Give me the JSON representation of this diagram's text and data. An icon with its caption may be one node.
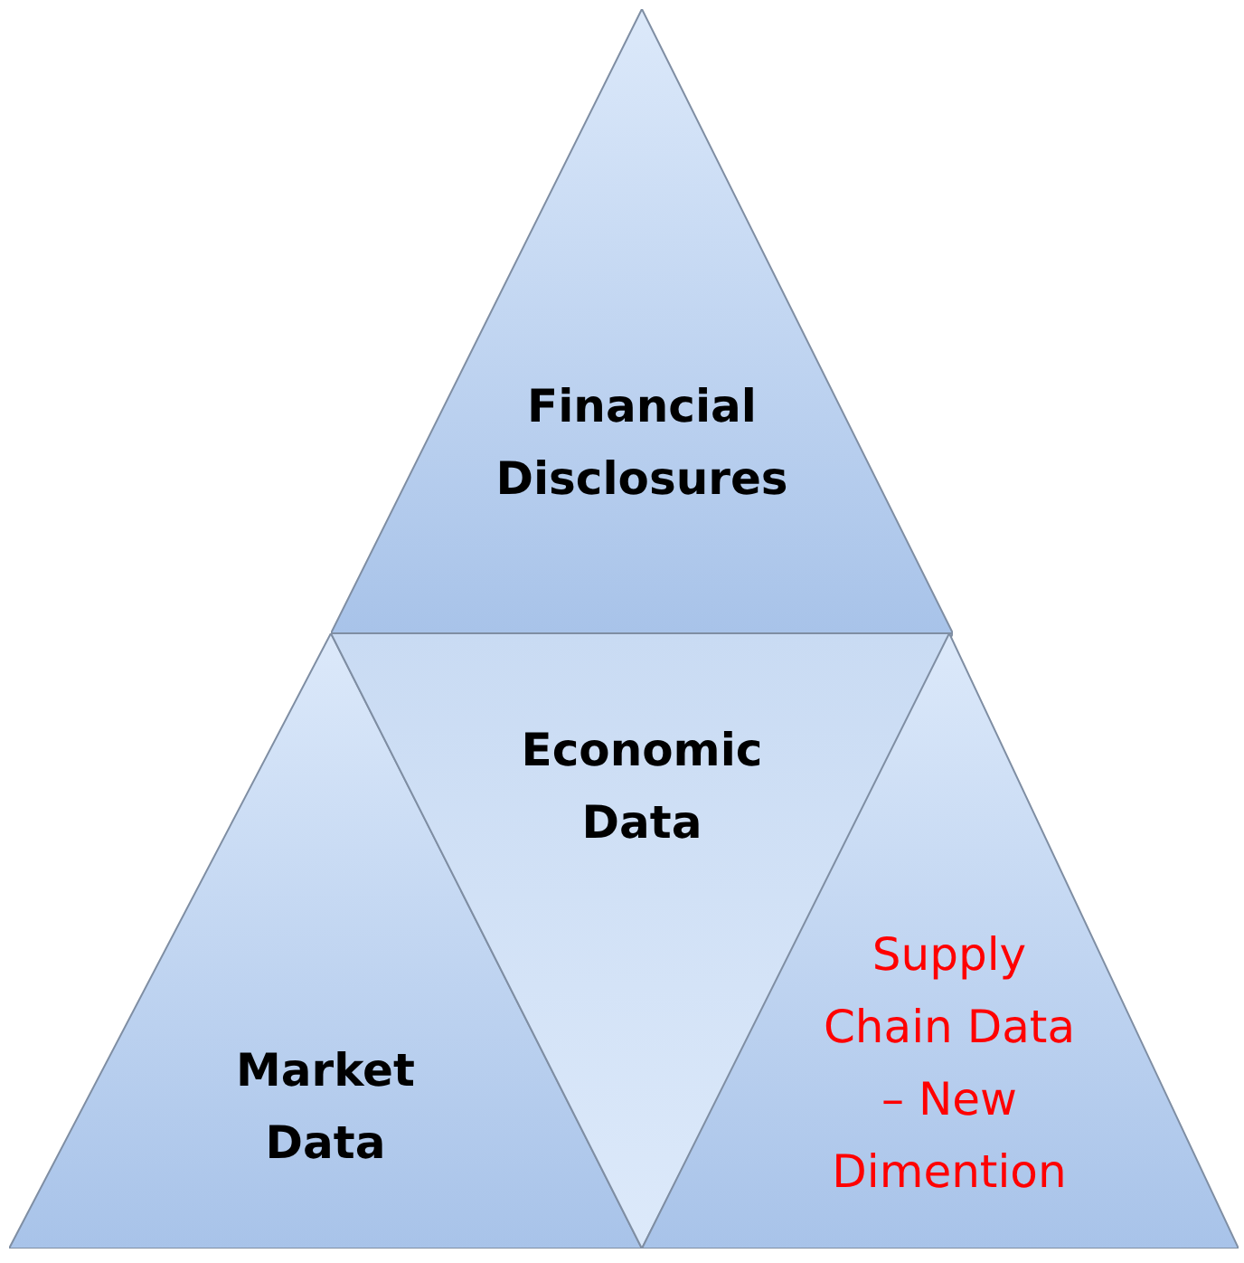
{
  "diagram": {
    "nodes": [
      {
        "text": [
          "Financial Disclosures"
        ]
      },
      {
        "text": [
          "Market Data"
        ]
      },
      {
        "text": [
          "Economic Data"
        ]
      },
      {
        "text": [
          "Supply Chain Data – New Dimention"
        ]
      }
    ]
  }
}
